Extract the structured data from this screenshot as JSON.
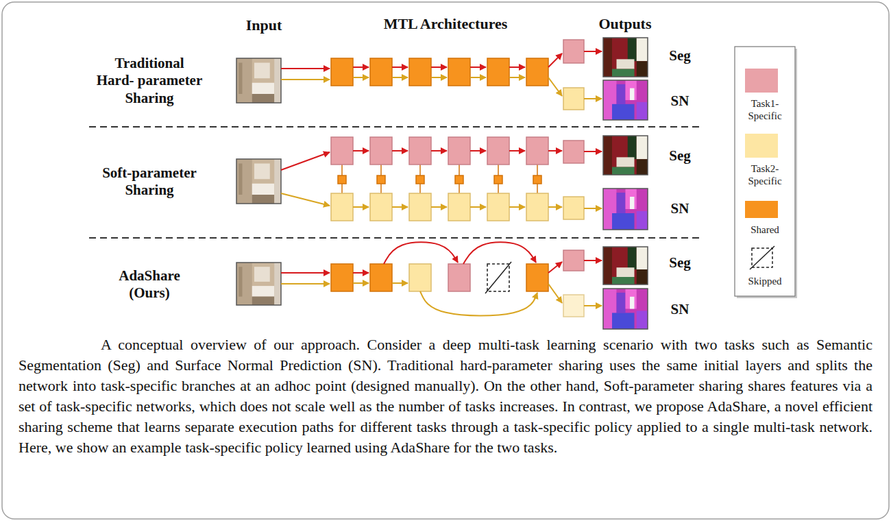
{
  "diagram": {
    "caption": "A conceptual overview of our approach. Consider a deep multi-task learning scenario with two tasks such as Semantic Segmentation (Seg) and Surface Normal Prediction (SN). Traditional hard-parameter sharing uses the same initial layers and splits the network into task-specific branches at an adhoc point (designed manually). On the other hand, Soft-parameter sharing shares features via a set of task-specific networks, which does not scale well as the number of tasks increases. In contrast, we propose AdaShare, a novel efficient sharing scheme that learns separate execution paths for different tasks through a task-specific policy applied to a single multi-task network. Here, we show an example task-specific policy learned using AdaShare for the two tasks.",
    "labels": [
      "Input",
      "MTL Architectures",
      "Outputs",
      "Traditional Hard- parameter Sharing",
      "Seg",
      "SN",
      "Soft-parameter Sharing",
      "Seg",
      "SN",
      "AdaShare (Ours)",
      "Seg",
      "SN"
    ],
    "legend": [
      {
        "text": "Task1-Specific",
        "color": "#e9a2a8"
      },
      {
        "text": "Task2-Specific",
        "color": "#fde6a3"
      },
      {
        "text": "Shared",
        "color": "#f7931e"
      },
      {
        "text": "Skipped"
      }
    ]
  }
}
